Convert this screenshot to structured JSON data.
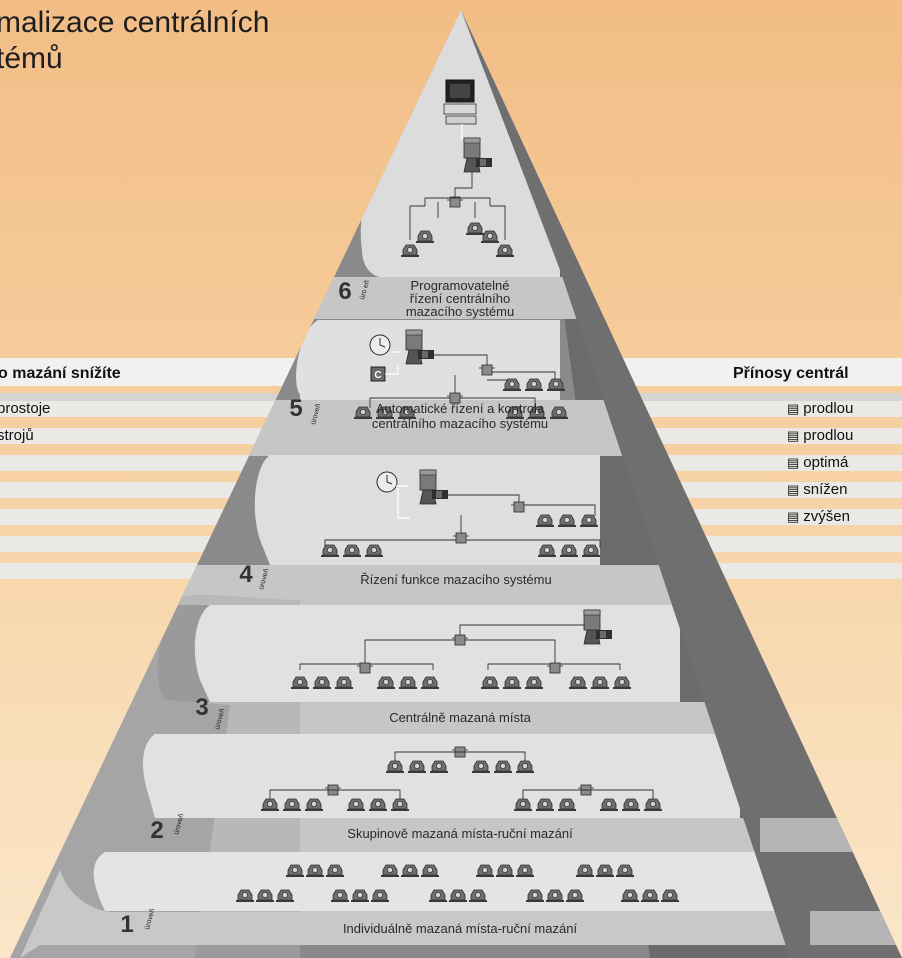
{
  "title": {
    "line1": "malizace centrálních",
    "line2": "témů"
  },
  "left_panel": {
    "heading": "o mazání snížíte",
    "items": [
      "prostoje",
      "strojů"
    ]
  },
  "right_panel": {
    "heading": "Přínosy centrál",
    "items": [
      "prodlou",
      "prodlou",
      "optimá",
      "snížen",
      "zvýšen"
    ]
  },
  "levels": [
    {
      "number": "1",
      "word": "úroveň",
      "lines": [
        "Individuálně mazaná místa-ruční mazání"
      ]
    },
    {
      "number": "2",
      "word": "úroveň",
      "lines": [
        "Skupinově mazaná místa-ruční mazání"
      ]
    },
    {
      "number": "3",
      "word": "úroveň",
      "lines": [
        "Centrálně mazaná místa"
      ]
    },
    {
      "number": "4",
      "word": "úroveň",
      "lines": [
        "Řízení funkce mazacího systému"
      ]
    },
    {
      "number": "5",
      "word": "úroveň",
      "lines": [
        "Automatické řízení a kontrola",
        "centrálního mazacího systému"
      ]
    },
    {
      "number": "6",
      "word": "úro eň",
      "lines": [
        "Programovatelné",
        "řízení centrálního",
        "mazacího systému"
      ]
    }
  ],
  "icons": {
    "controller": "C",
    "list_bullet": "document-icon"
  }
}
